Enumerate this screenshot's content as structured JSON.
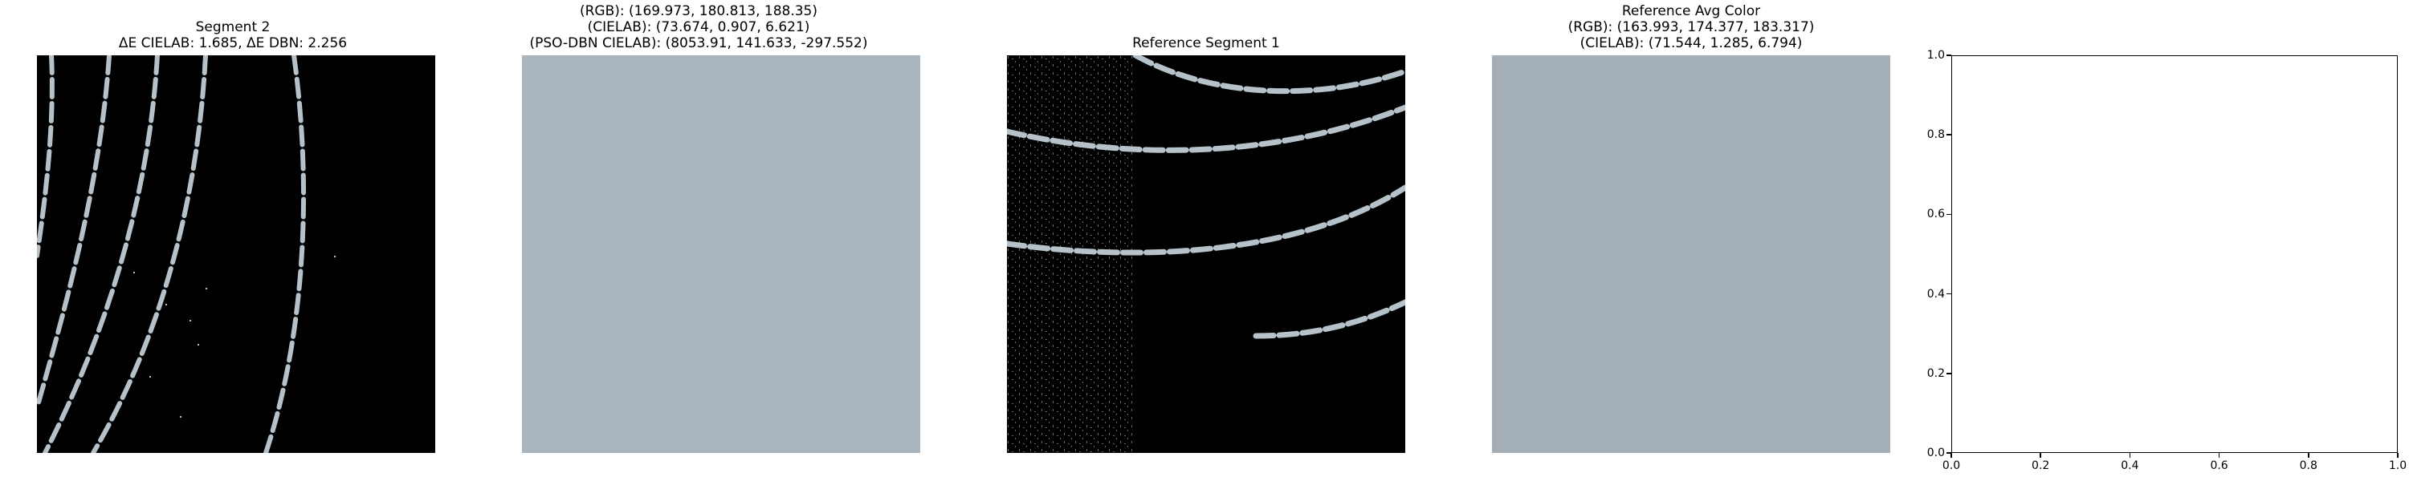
{
  "panels": {
    "segment": {
      "title": "Segment 2",
      "subtitle": "ΔE CIELAB: 1.685, ΔE DBN: 2.256"
    },
    "avg": {
      "title_cut": "(RGB): (169.973, 180.813, 188.35)",
      "line2": "(CIELAB): (73.674, 0.907, 6.621)",
      "line3": "(PSO-DBN CIELAB): (8053.91, 141.633, -297.552)",
      "color": "#a9b4bc"
    },
    "reference": {
      "title": "Reference Segment 1"
    },
    "reference_avg": {
      "title": "Reference Avg Color",
      "line2": "(RGB): (163.993, 174.377, 183.317)",
      "line3": "(CIELAB): (71.544, 1.285, 6.794)",
      "color": "#a4aeb7"
    }
  },
  "chart_data": {
    "type": "scatter",
    "title": "",
    "xlabel": "",
    "ylabel": "",
    "xlim": [
      0.0,
      1.0
    ],
    "ylim": [
      0.0,
      1.0
    ],
    "xticks": [
      "0.0",
      "0.2",
      "0.4",
      "0.6",
      "0.8",
      "1.0"
    ],
    "yticks": [
      "0.0",
      "0.2",
      "0.4",
      "0.6",
      "0.8",
      "1.0"
    ],
    "series": []
  }
}
